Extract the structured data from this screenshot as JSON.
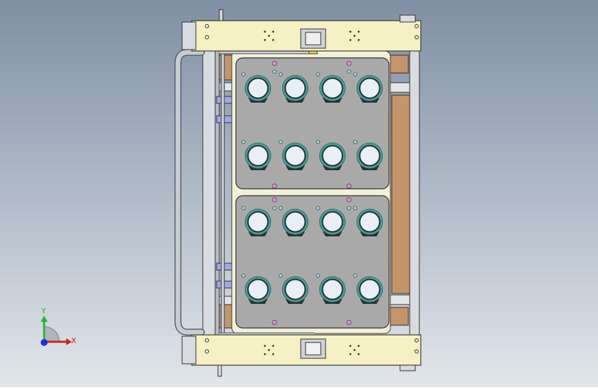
{
  "viewport": {
    "background_top": "#7f8fa3",
    "background_bottom": "#e2e6ec"
  },
  "colors": {
    "rail": "#f6f1c4",
    "rail_stroke": "#3a3a30",
    "plate": "#a9a9a9",
    "plate_stroke": "#2f2f2f",
    "wood": "#c4946b",
    "frame": "#d8dbe0",
    "slot_blue": "#9fa8e8",
    "cup_teal": "#3f9f9a",
    "cup_face": "#e9eff6",
    "pin_pink": "#e58ad2",
    "pin_cyan": "#8fdcd6",
    "hose": "#b9bfc6",
    "axis_x": "#d21f1f",
    "axis_y": "#27b536",
    "axis_z": "#1f2fd6"
  },
  "triad": {
    "x_label": "X",
    "y_label": "Y"
  },
  "modules": [
    {
      "name": "upper-suction-plate",
      "rows": 2,
      "cols": 4
    },
    {
      "name": "lower-suction-plate",
      "rows": 2,
      "cols": 4
    }
  ]
}
